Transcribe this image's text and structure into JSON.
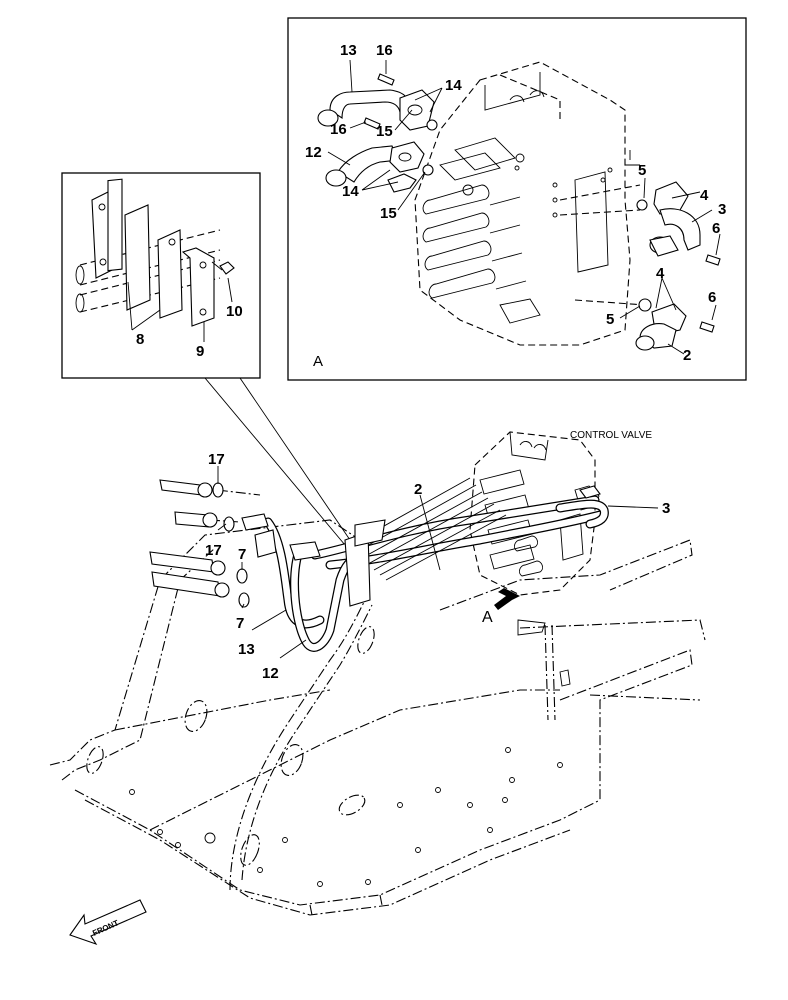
{
  "labels": {
    "control_valve": "CONTROL VALVE",
    "view_a_box": "A",
    "view_a_arrow": "A",
    "front": "FRONT"
  },
  "callouts": {
    "n13_top": "13",
    "n16_top": "16",
    "n14_top": "14",
    "n16_mid": "16",
    "n15_mid": "15",
    "n12_top": "12",
    "n14_mid": "14",
    "n15_low": "15",
    "n5_top": "5",
    "n4_top": "4",
    "n3_top": "3",
    "n6_top": "6",
    "n4_low": "4",
    "n6_low": "6",
    "n5_low": "5",
    "n2_low": "2",
    "n10": "10",
    "n8": "8",
    "n9": "9",
    "n17_a": "17",
    "n17_b": "17",
    "n7_a": "7",
    "n7_b": "7",
    "n2_main": "2",
    "n3_main": "3",
    "n13_main": "13",
    "n12_main": "12"
  }
}
